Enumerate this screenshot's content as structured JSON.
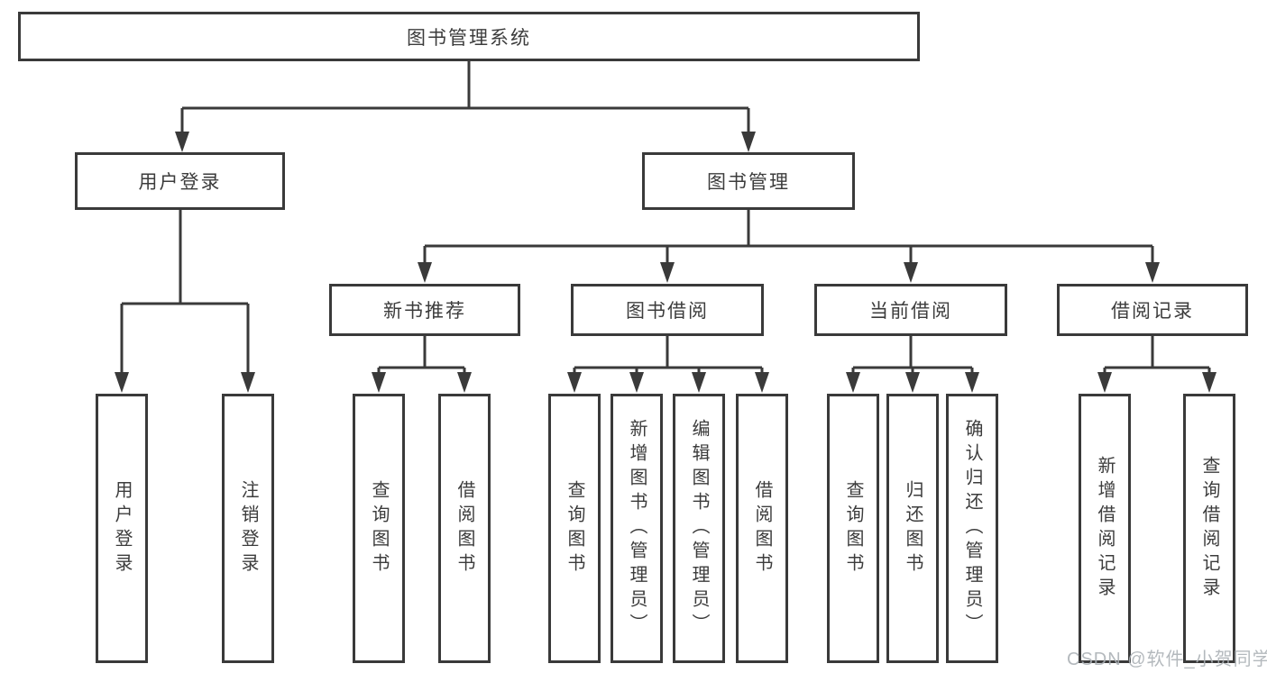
{
  "diagram_type": "hierarchy-tree",
  "tree": {
    "label": "图书管理系统",
    "children": [
      {
        "label": "用户登录",
        "children": [
          {
            "label": "用户登录"
          },
          {
            "label": "注销登录"
          }
        ]
      },
      {
        "label": "图书管理",
        "children": [
          {
            "label": "新书推荐",
            "children": [
              {
                "label": "查询图书"
              },
              {
                "label": "借阅图书"
              }
            ]
          },
          {
            "label": "图书借阅",
            "children": [
              {
                "label": "查询图书"
              },
              {
                "label": "新增图书（管理员）"
              },
              {
                "label": "编辑图书（管理员）"
              },
              {
                "label": "借阅图书"
              }
            ]
          },
          {
            "label": "当前借阅",
            "children": [
              {
                "label": "查询图书"
              },
              {
                "label": "归还图书"
              },
              {
                "label": "确认归还（管理员）"
              }
            ]
          },
          {
            "label": "借阅记录",
            "children": [
              {
                "label": "新增借阅记录"
              },
              {
                "label": "查询借阅记录"
              }
            ]
          }
        ]
      }
    ]
  },
  "watermark": "CSDN @软件_小贺同学",
  "colors": {
    "line": "#3a3a3a",
    "text": "#3c3c3c",
    "background": "#ffffff",
    "watermark": "#aab0b5"
  }
}
